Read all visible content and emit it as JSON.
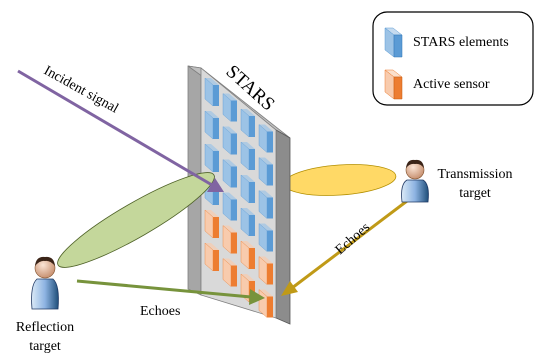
{
  "legend": {
    "items": [
      {
        "label": "STARS elements",
        "color_front": "#9cc3e6",
        "color_side": "#5b9bd5"
      },
      {
        "label": "Active sensor",
        "color_front": "#f8cbad",
        "color_side": "#ed7d31"
      }
    ]
  },
  "labels": {
    "stars": "STARS",
    "incident_signal": "Incident signal",
    "transmission_target_line1": "Transmission",
    "transmission_target_line2": "target",
    "reflection_target_line1": "Reflection",
    "reflection_target_line2": "target",
    "echoes_reflection": "Echoes",
    "echoes_transmission": "Echoes"
  },
  "colors": {
    "incident_arrow": "#8064a2",
    "reflection_echo_arrow": "#77933c",
    "transmission_echo_arrow": "#c09a17",
    "reflection_beam": "#c4d79b",
    "transmission_beam": "#ffd966",
    "panel": "#d9d9d9"
  },
  "icons": [
    "person-icon",
    "person-icon"
  ]
}
